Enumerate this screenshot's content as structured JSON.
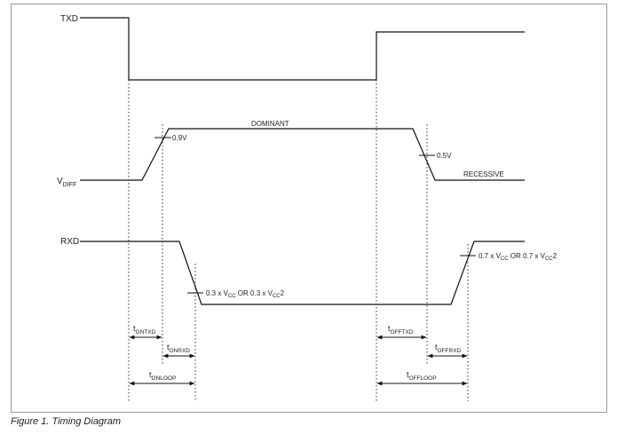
{
  "signals": {
    "txd": "TXD",
    "vdiff": {
      "main": "V",
      "sub": "DIFF"
    },
    "rxd": "RXD"
  },
  "labels": {
    "dominant": "DOMINANT",
    "recessive": "RECESSIVE",
    "v09": "0.9V",
    "v05": "0.5V",
    "rxd_low": {
      "a": "0.3 x V",
      "a_sub": "CC",
      "b": " OR 0.3 x V",
      "b_sub": "CC",
      "c": "2"
    },
    "rxd_high": {
      "a": "0.7 x V",
      "a_sub": "CC",
      "b": " OR 0.7 x V",
      "b_sub": "CC",
      "c": "2"
    }
  },
  "timings": {
    "t_ontxd": {
      "main": "t",
      "sub": "ONTXD"
    },
    "t_onrxd": {
      "main": "t",
      "sub": "ONRXD"
    },
    "t_onloop": {
      "main": "t",
      "sub": "ONLOOP"
    },
    "t_offtxd": {
      "main": "t",
      "sub": "OFFTXD"
    },
    "t_offrxd": {
      "main": "t",
      "sub": "OFFRXD"
    },
    "t_offloop": {
      "main": "t",
      "sub": "OFFLOOP"
    }
  },
  "caption": "Figure 1. Timing Diagram"
}
